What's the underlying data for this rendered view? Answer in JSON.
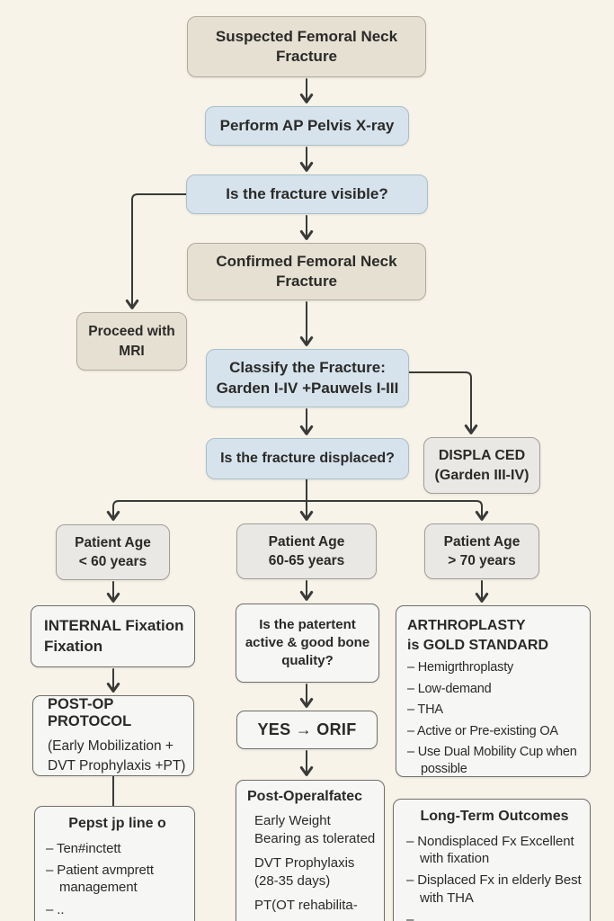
{
  "colors": {
    "background": "#f7f3e9",
    "box_beige": "#e6e0d2",
    "box_blue": "#d7e3ec",
    "box_gray": "#e9e8e4",
    "box_white": "#f6f6f4",
    "connector_line": "#3a3a38",
    "text": "#2a2a28"
  },
  "nodes": {
    "suspected": {
      "lines": [
        "Suspected Femoral Neck",
        "Fracture"
      ]
    },
    "perform_xray": {
      "lines": [
        "Perform AP Pelvis X-ray"
      ]
    },
    "fracture_visible": {
      "lines": [
        "Is the fracture visible?"
      ]
    },
    "confirmed": {
      "lines": [
        "Confirmed Femoral Neck",
        "Fracture"
      ]
    },
    "proceed_mri": {
      "lines": [
        "Proceed with",
        "MRI"
      ]
    },
    "classify": {
      "lines": [
        "Classify the Fracture:",
        "Garden I-IV +Pauwels I-III"
      ]
    },
    "fracture_displaced": {
      "lines": [
        "Is the fracture displaced?"
      ]
    },
    "displaced_label": {
      "lines": [
        "DISPLA CED",
        "(Garden III-IV)"
      ]
    },
    "age_under_60": {
      "lines": [
        "Patient Age",
        "< 60 years"
      ]
    },
    "age_60_65": {
      "lines": [
        "Patient Age",
        "60-65 years"
      ]
    },
    "age_over_70": {
      "lines": [
        "Patient Age",
        "> 70 years"
      ]
    },
    "internal_fixation": {
      "lines": [
        "INTERNAL Fixation",
        "Fixation"
      ]
    },
    "bone_quality": {
      "lines": [
        "Is the patertent",
        "active & good bone",
        "quality?"
      ]
    },
    "arthroplasty": {
      "title_lines": [
        "ARTHROPLASTY",
        "is GOLD STANDARD"
      ],
      "bullets": [
        "– Hemigrthroplasty",
        "– Low-demand",
        "– THA",
        "– Active or Pre-existing OA",
        "– Use Dual Mobility Cup when possible"
      ]
    },
    "postop_protocol": {
      "title": "POST-OP PROTOCOL",
      "lines": [
        "(Early Mobilization +",
        "DVT Prophylaxis +PT)"
      ]
    },
    "yes_orif": {
      "label": "YES → ORIF"
    },
    "post_line": {
      "title": "Pepst jp line o",
      "bullets": [
        "– Ten#inctett",
        "– Patient avmprett management",
        "– .."
      ]
    },
    "postop_care": {
      "title": "Post-Operalfatec",
      "lines": [
        "Early Weight Bearing as tolerated",
        "DVT Prophylaxis (28-35 days)",
        "PT(OT rehabilita-"
      ]
    },
    "long_term": {
      "title": "Long-Term Outcomes",
      "bullets": [
        "– Nondisplaced Fx Excellent with fixation",
        "– Displaced Fx in elderly Best with THA",
        "–"
      ]
    }
  }
}
